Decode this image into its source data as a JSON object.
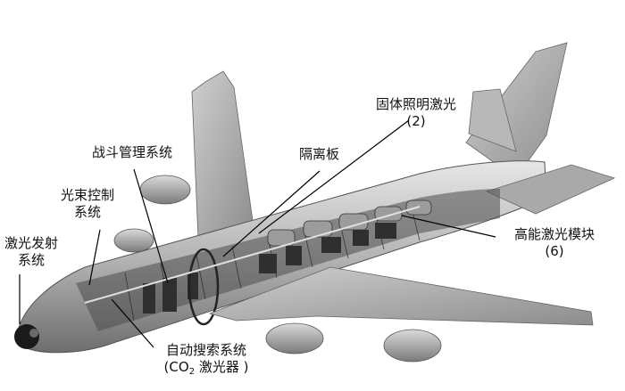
{
  "labels": {
    "solid_state_laser": {
      "line1": "固体照明激光",
      "line2": "(2)"
    },
    "battle_management": {
      "line1": "战斗管理系统"
    },
    "bulkhead": {
      "line1": "隔离板"
    },
    "beam_control": {
      "line1": "光束控制",
      "line2": "系统"
    },
    "high_energy_laser": {
      "line1": "高能激光模块",
      "line2": "(6)"
    },
    "laser_emission": {
      "line1": "激光发射",
      "line2": "系统"
    },
    "auto_search": {
      "line1": "自动搜索系统",
      "line2_prefix": "(CO",
      "line2_sub": "2",
      "line2_suffix": " 激光器 )"
    }
  }
}
